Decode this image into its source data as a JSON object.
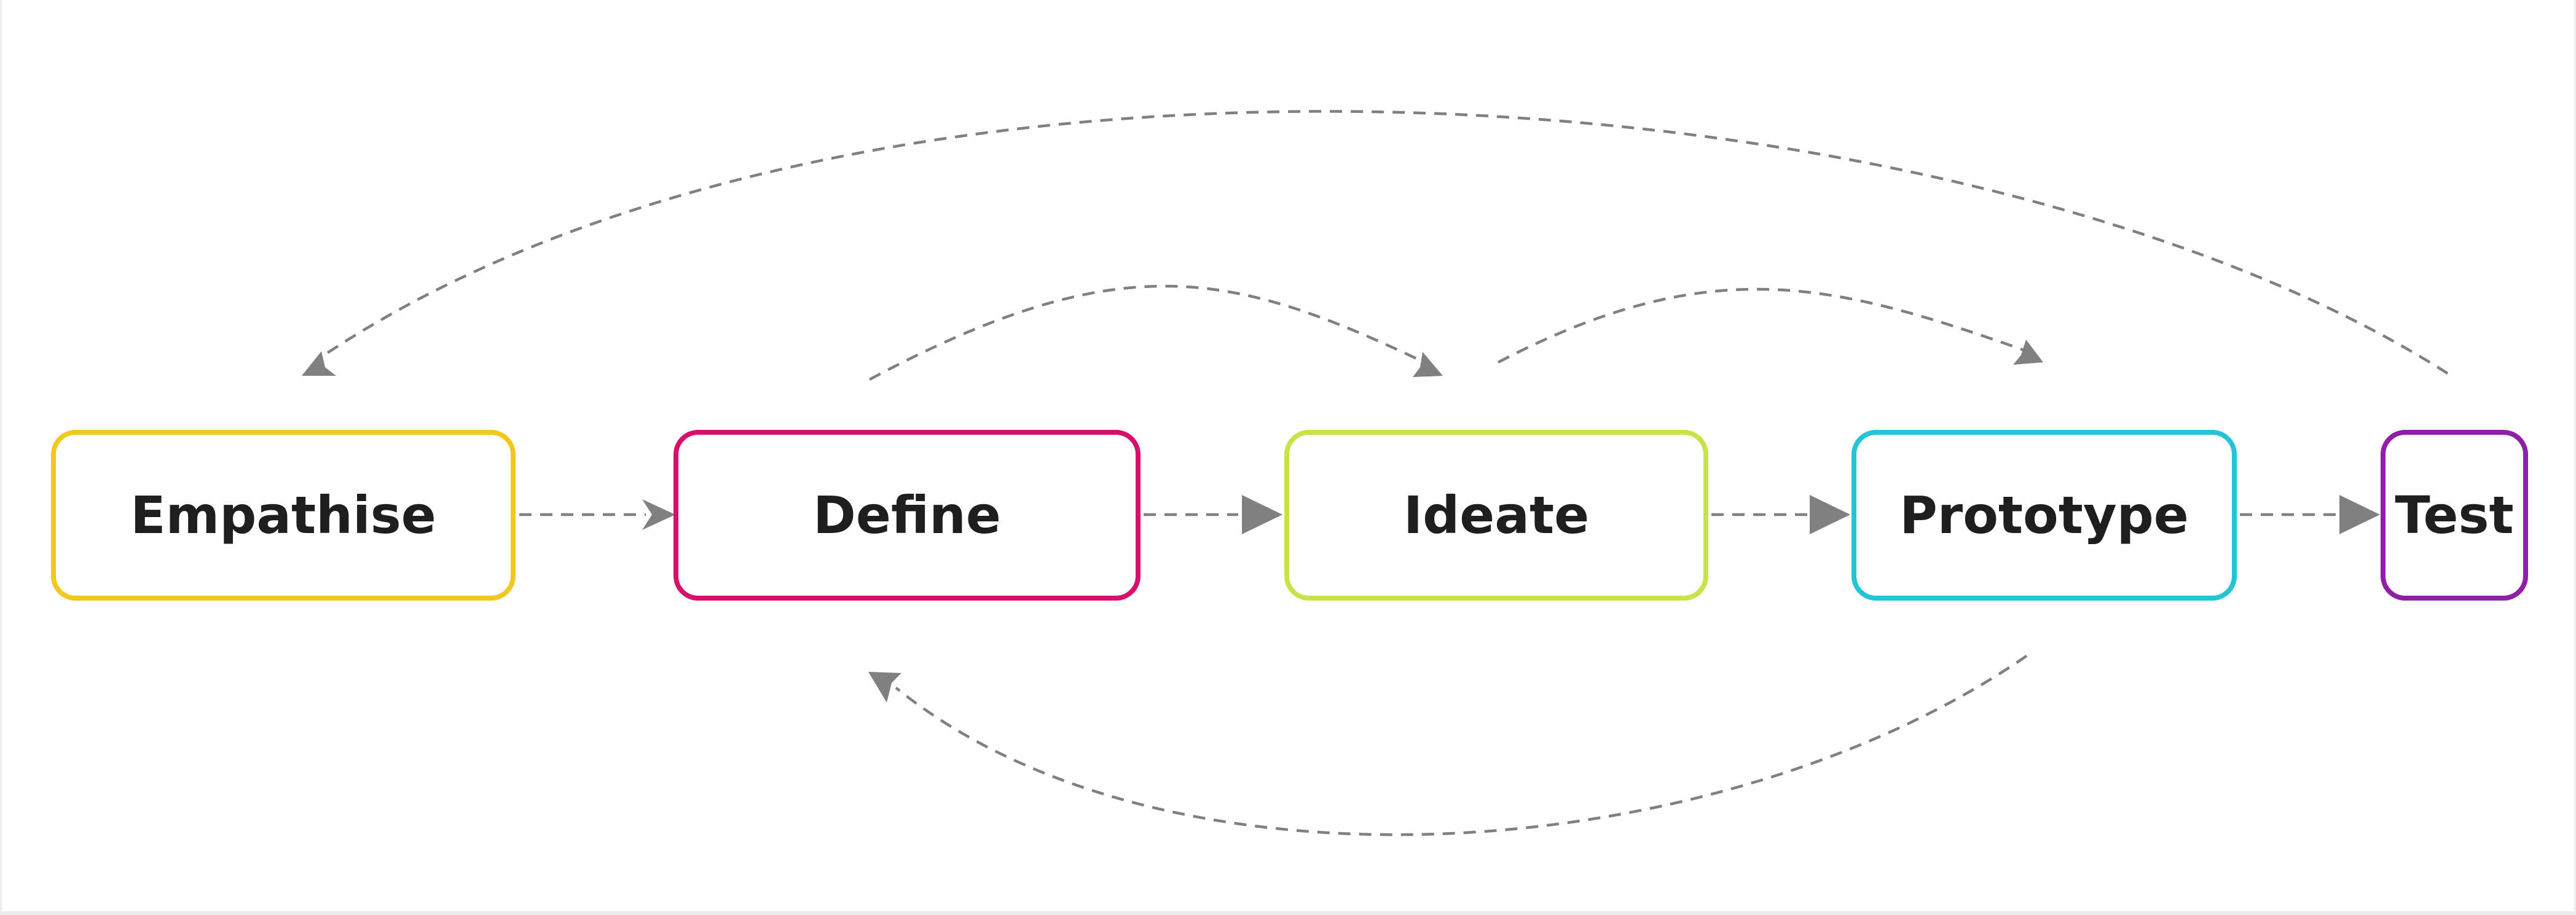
{
  "diagram": {
    "stages": [
      {
        "id": "empathise",
        "label": "Empathise",
        "color": "#f2c81e"
      },
      {
        "id": "define",
        "label": "Define",
        "color": "#d6106b"
      },
      {
        "id": "ideate",
        "label": "Ideate",
        "color": "#c6e34a"
      },
      {
        "id": "prototype",
        "label": "Prototype",
        "color": "#22c4d6"
      },
      {
        "id": "test",
        "label": "Test",
        "color": "#8e1fa8"
      }
    ],
    "connector_color": "#808080",
    "connectors": [
      {
        "from": "empathise",
        "to": "define",
        "kind": "forward"
      },
      {
        "from": "define",
        "to": "ideate",
        "kind": "forward"
      },
      {
        "from": "ideate",
        "to": "prototype",
        "kind": "forward"
      },
      {
        "from": "prototype",
        "to": "test",
        "kind": "forward"
      },
      {
        "from": "define",
        "to": "ideate",
        "kind": "loop-over"
      },
      {
        "from": "ideate",
        "to": "prototype",
        "kind": "loop-over"
      },
      {
        "from": "test",
        "to": "empathise",
        "kind": "feedback"
      },
      {
        "from": "prototype",
        "to": "define",
        "kind": "feedback"
      }
    ]
  }
}
